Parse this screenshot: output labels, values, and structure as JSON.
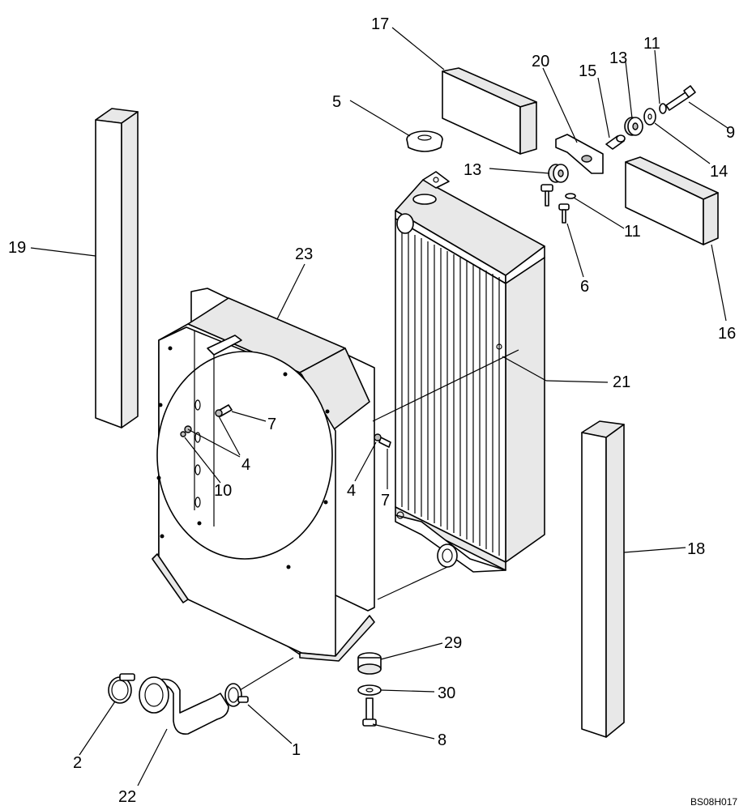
{
  "drawing": {
    "code": "BS08H017",
    "callouts": [
      {
        "id": "c17",
        "text": "17"
      },
      {
        "id": "c20",
        "text": "20"
      },
      {
        "id": "c13a",
        "text": "13"
      },
      {
        "id": "c11a",
        "text": "11"
      },
      {
        "id": "c15",
        "text": "15"
      },
      {
        "id": "c5",
        "text": "5"
      },
      {
        "id": "c9",
        "text": "9"
      },
      {
        "id": "c14",
        "text": "14"
      },
      {
        "id": "c13b",
        "text": "13"
      },
      {
        "id": "c11b",
        "text": "11"
      },
      {
        "id": "c6",
        "text": "6"
      },
      {
        "id": "c16",
        "text": "16"
      },
      {
        "id": "c19",
        "text": "19"
      },
      {
        "id": "c23",
        "text": "23"
      },
      {
        "id": "c21",
        "text": "21"
      },
      {
        "id": "c7a",
        "text": "7"
      },
      {
        "id": "c4a",
        "text": "4"
      },
      {
        "id": "c10",
        "text": "10"
      },
      {
        "id": "c4b",
        "text": "4"
      },
      {
        "id": "c7b",
        "text": "7"
      },
      {
        "id": "c18",
        "text": "18"
      },
      {
        "id": "c29",
        "text": "29"
      },
      {
        "id": "c30",
        "text": "30"
      },
      {
        "id": "c8",
        "text": "8"
      },
      {
        "id": "c1",
        "text": "1"
      },
      {
        "id": "c2",
        "text": "2"
      },
      {
        "id": "c22",
        "text": "22"
      }
    ]
  }
}
